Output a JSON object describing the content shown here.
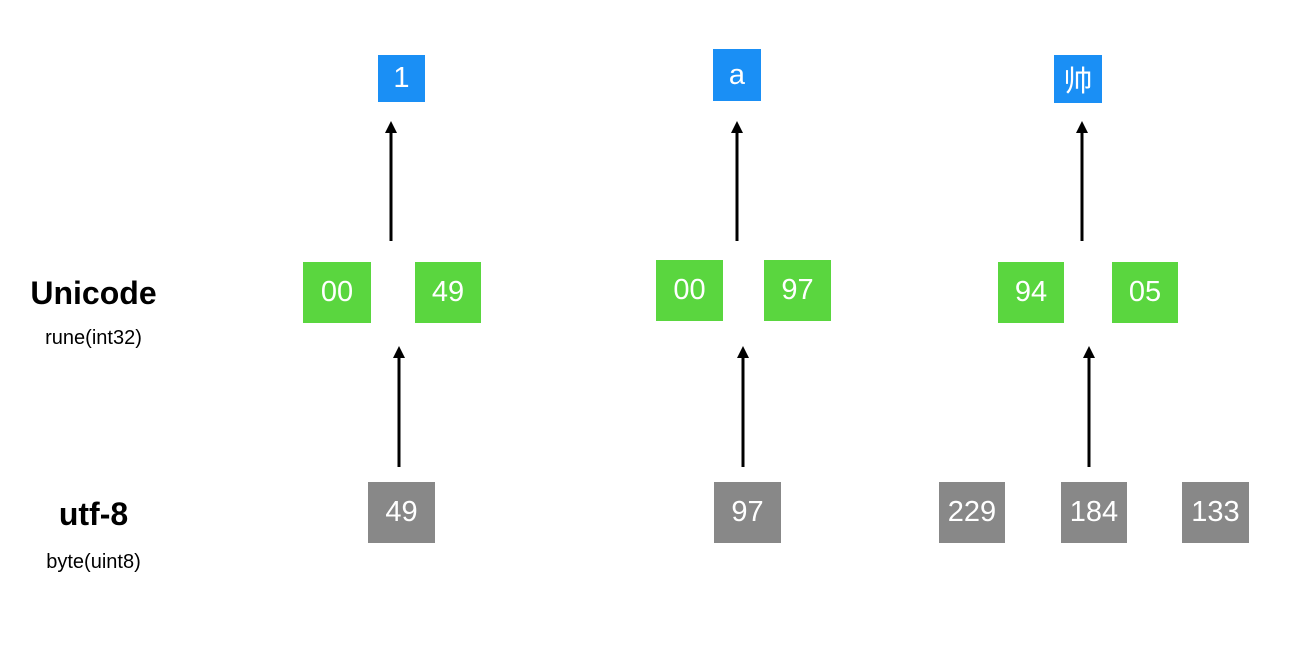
{
  "rows": {
    "unicode": {
      "title": "Unicode",
      "subtitle": "rune(int32)"
    },
    "utf8": {
      "title": "utf-8",
      "subtitle": "byte(uint8)"
    }
  },
  "columns": [
    {
      "char": "1",
      "code_units": [
        "00",
        "49"
      ],
      "bytes": [
        "49"
      ]
    },
    {
      "char": "a",
      "code_units": [
        "00",
        "97"
      ],
      "bytes": [
        "97"
      ]
    },
    {
      "char": "帅",
      "code_units": [
        "94",
        "05"
      ],
      "bytes": [
        "229",
        "184",
        "133"
      ]
    }
  ],
  "colors": {
    "char_box": "#1a8ff5",
    "code_box": "#5ad63f",
    "byte_box": "#888888",
    "arrow": "#000000"
  }
}
